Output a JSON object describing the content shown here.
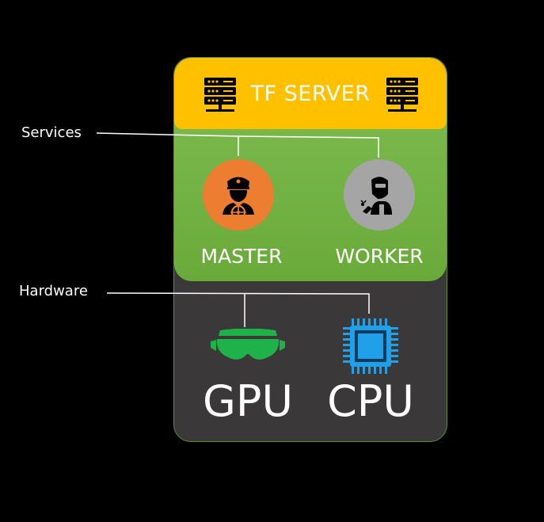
{
  "header": {
    "title": "TF SERVER"
  },
  "services": {
    "label": "Services",
    "master": {
      "label": "MASTER",
      "color": "#ed7d31"
    },
    "worker": {
      "label": "WORKER",
      "color": "#a5a5a5"
    }
  },
  "hardware": {
    "label": "Hardware",
    "gpu": {
      "label": "GPU",
      "color": "#1fb24b"
    },
    "cpu": {
      "label": "CPU",
      "color": "#1fa0e8"
    }
  },
  "colors": {
    "header": "#ffc000",
    "services_zone": "#70ad47",
    "hardware_zone": "#3a3838",
    "connector": "#ffffff"
  },
  "icons": [
    "server-icon",
    "captain-icon",
    "welder-icon",
    "vr-headset-icon",
    "cpu-chip-icon"
  ]
}
